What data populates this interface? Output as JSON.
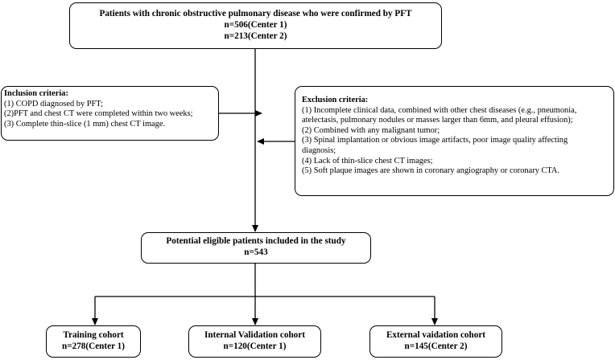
{
  "top_box": {
    "title": "Patients with chronic obstructive pulmonary disease who were confirmed by PFT",
    "count_center1": "n=506(Center 1)",
    "count_center2": "n=213(Center 2)"
  },
  "inclusion": {
    "heading": "Inclusion criteria:",
    "items": [
      "(1) COPD diagnosed by PFT;",
      "(2)PFT and chest CT were completed within two weeks;",
      "(3) Complete thin-slice (1 mm) chest CT image."
    ]
  },
  "exclusion": {
    "heading": "Exclusion criteria:",
    "lines": [
      "(1) Incomplete clinical data, combined with other chest diseases (e.g., pneumonia,",
      "atelectasis, pulmonary nodules or masses larger than 6mm, and pleural effusion);",
      "(2) Combined with any malignant tumor;",
      "(3) Spinal implantation or obvious image artifacts, poor image quality affecting",
      "diagnosis;",
      "(4) Lack of thin-slice chest CT images;",
      "(5) Soft plaque images are shown in coronary angiography or coronary CTA."
    ]
  },
  "potential": {
    "title": "Potential eligible patients included in the study",
    "count": "n=543"
  },
  "cohorts": {
    "training": {
      "title": "Training cohort",
      "count": "n=278(Center 1)"
    },
    "internal": {
      "title": "Internal Validation cohort",
      "count": "n=120(Center 1)"
    },
    "external": {
      "title": "External vaidation cohort",
      "count": "n=145(Center 2)"
    }
  }
}
